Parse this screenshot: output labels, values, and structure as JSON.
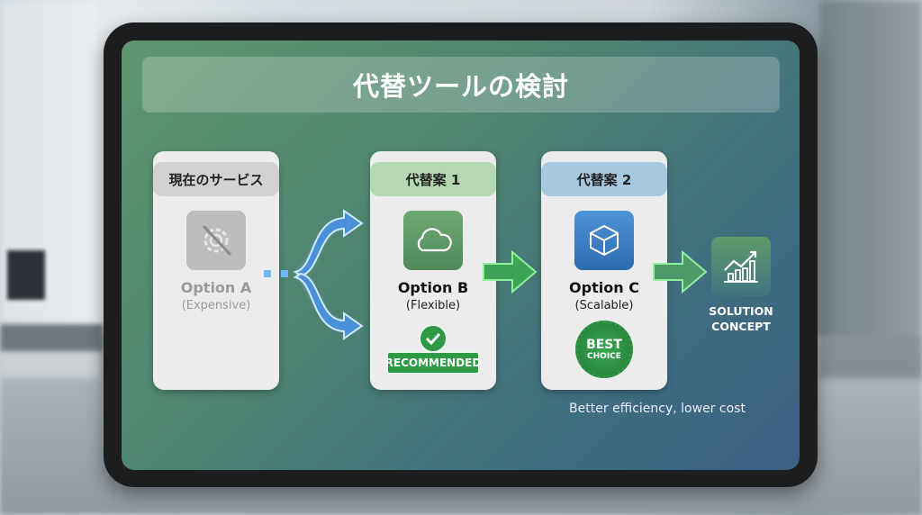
{
  "title": "代替ツールの検討",
  "cards": [
    {
      "header": "現在のサービス",
      "option": "Option A",
      "note": "(Expensive)",
      "icon": "gear-disabled-icon"
    },
    {
      "header": "代替案 1",
      "option": "Option B",
      "note": "(Flexible)",
      "icon": "cloud-icon",
      "badge": "RECOMMENDED"
    },
    {
      "header": "代替案 2",
      "option": "Option C",
      "note": "(Scalable)",
      "icon": "cube-icon",
      "badge_line1": "BEST",
      "badge_line2": "CHOICE"
    }
  ],
  "solution": {
    "line1": "SOLUTION",
    "line2": "CONCEPT",
    "icon": "growth-chart-icon"
  },
  "caption": "Better efficiency, lower cost",
  "colors": {
    "green": "#2e9a45",
    "blue": "#3b82c4",
    "screen_green": "#5f9670",
    "screen_blue": "#3a5f82"
  }
}
